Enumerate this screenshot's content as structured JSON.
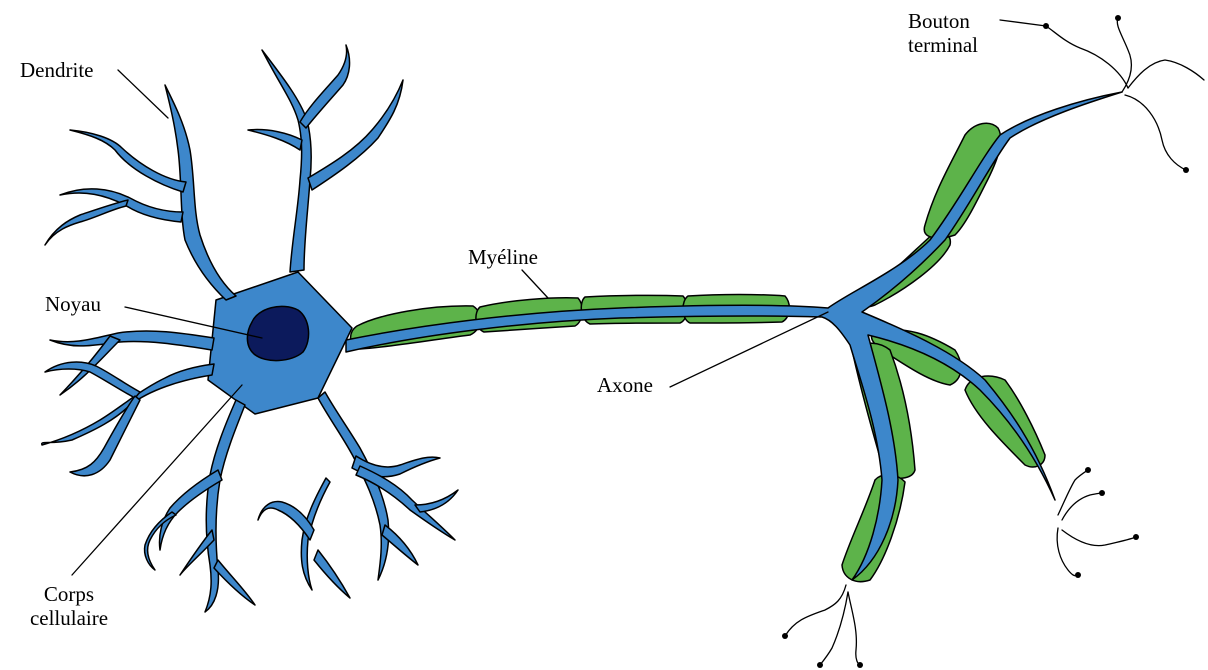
{
  "labels": {
    "dendrite": "Dendrite",
    "noyau": "Noyau",
    "corps_line1": "Corps",
    "corps_line2": "cellulaire",
    "myeline": "Myéline",
    "axone": "Axone",
    "bouton_line1": "Bouton",
    "bouton_line2": "terminal"
  },
  "colors": {
    "neuron_fill": "#3d87cb",
    "myelin_fill": "#5db34a",
    "nucleus_fill": "#0c1a5c",
    "outline": "#000000"
  }
}
